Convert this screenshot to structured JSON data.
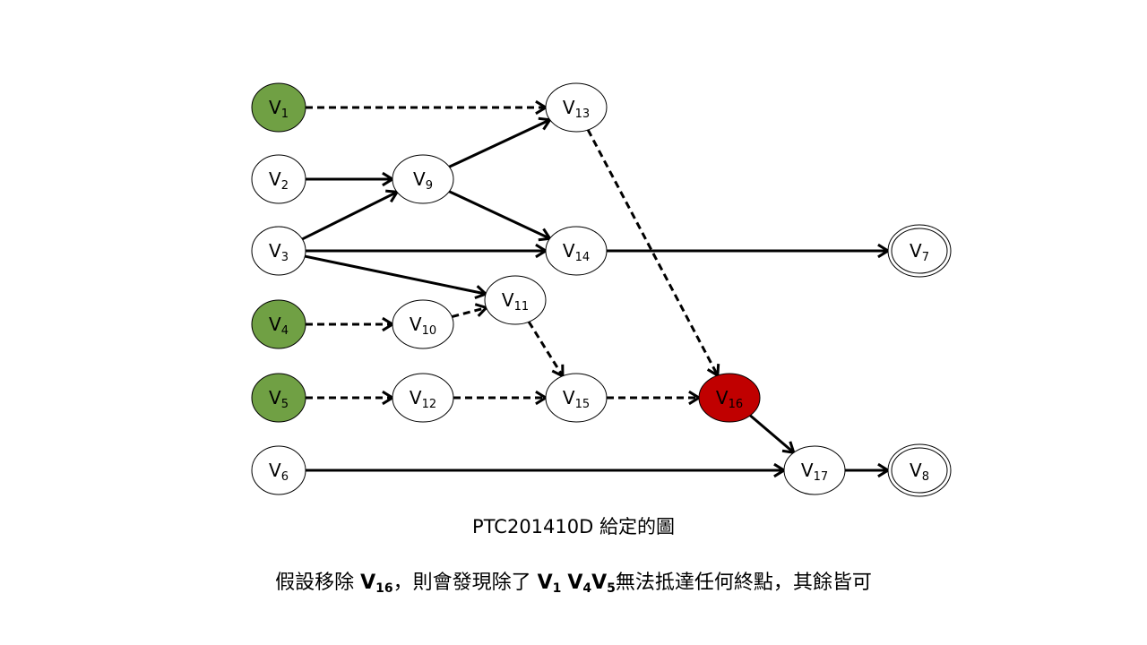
{
  "diagram": {
    "colors": {
      "source": "#70a044",
      "removed": "#c00000",
      "default": "#ffffff",
      "stroke": "#000000"
    },
    "nodes": [
      {
        "id": "V1",
        "letter": "V",
        "sub": "1",
        "type": "source"
      },
      {
        "id": "V2",
        "letter": "V",
        "sub": "2",
        "type": "default"
      },
      {
        "id": "V3",
        "letter": "V",
        "sub": "3",
        "type": "default"
      },
      {
        "id": "V4",
        "letter": "V",
        "sub": "4",
        "type": "source"
      },
      {
        "id": "V5",
        "letter": "V",
        "sub": "5",
        "type": "source"
      },
      {
        "id": "V6",
        "letter": "V",
        "sub": "6",
        "type": "default"
      },
      {
        "id": "V7",
        "letter": "V",
        "sub": "7",
        "type": "terminal"
      },
      {
        "id": "V8",
        "letter": "V",
        "sub": "8",
        "type": "terminal"
      },
      {
        "id": "V9",
        "letter": "V",
        "sub": "9",
        "type": "default"
      },
      {
        "id": "V10",
        "letter": "V",
        "sub": "10",
        "type": "default"
      },
      {
        "id": "V11",
        "letter": "V",
        "sub": "11",
        "type": "default"
      },
      {
        "id": "V12",
        "letter": "V",
        "sub": "12",
        "type": "default"
      },
      {
        "id": "V13",
        "letter": "V",
        "sub": "13",
        "type": "default"
      },
      {
        "id": "V14",
        "letter": "V",
        "sub": "14",
        "type": "default"
      },
      {
        "id": "V15",
        "letter": "V",
        "sub": "15",
        "type": "default"
      },
      {
        "id": "V16",
        "letter": "V",
        "sub": "16",
        "type": "removed"
      },
      {
        "id": "V17",
        "letter": "V",
        "sub": "17",
        "type": "default"
      }
    ],
    "edges": [
      {
        "from": "V1",
        "to": "V13",
        "style": "dashed"
      },
      {
        "from": "V2",
        "to": "V9",
        "style": "solid"
      },
      {
        "from": "V3",
        "to": "V9",
        "style": "solid"
      },
      {
        "from": "V3",
        "to": "V14",
        "style": "solid"
      },
      {
        "from": "V3",
        "to": "V11",
        "style": "solid"
      },
      {
        "from": "V9",
        "to": "V13",
        "style": "solid"
      },
      {
        "from": "V9",
        "to": "V14",
        "style": "solid"
      },
      {
        "from": "V14",
        "to": "V7",
        "style": "solid"
      },
      {
        "from": "V4",
        "to": "V10",
        "style": "dashed"
      },
      {
        "from": "V10",
        "to": "V11",
        "style": "dashed"
      },
      {
        "from": "V11",
        "to": "V15",
        "style": "dashed"
      },
      {
        "from": "V13",
        "to": "V16",
        "style": "dashed"
      },
      {
        "from": "V5",
        "to": "V12",
        "style": "dashed"
      },
      {
        "from": "V12",
        "to": "V15",
        "style": "dashed"
      },
      {
        "from": "V15",
        "to": "V16",
        "style": "dashed"
      },
      {
        "from": "V16",
        "to": "V17",
        "style": "solid"
      },
      {
        "from": "V6",
        "to": "V17",
        "style": "solid"
      },
      {
        "from": "V17",
        "to": "V8",
        "style": "solid"
      }
    ]
  },
  "title": "PTC201410D 給定的圖",
  "caption": {
    "part1": "假設移除 ",
    "removed_node": {
      "letter": "V",
      "sub": "16"
    },
    "part2": "，則會發現除了 ",
    "unreachable_nodes": [
      {
        "letter": "V",
        "sub": "1"
      },
      {
        "letter": "V",
        "sub": "4"
      },
      {
        "letter": "V",
        "sub": "5"
      }
    ],
    "part3": "無法抵達任何終點，其餘皆可"
  }
}
